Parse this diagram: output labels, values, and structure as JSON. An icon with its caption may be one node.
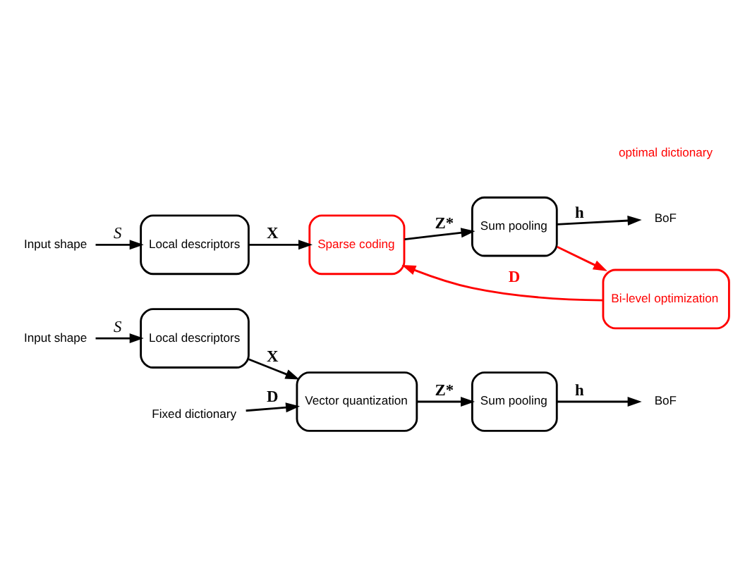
{
  "diagram": {
    "nodes": [
      {
        "text": [
          "Input shape"
        ]
      },
      {
        "text": [
          "Local descriptors"
        ]
      },
      {
        "text": [
          "Vector quantization"
        ]
      },
      {
        "text": [
          "Fixed dictionary"
        ]
      },
      {
        "text": [
          "Sum pooling"
        ]
      },
      {
        "text": [
          "BoF"
        ]
      },
      {
        "text": [
          "Input shape"
        ]
      },
      {
        "text": [
          "Local descriptors"
        ]
      },
      {
        "text": [
          "Sparse coding"
        ]
      },
      {
        "text": [
          "Sum pooling"
        ]
      },
      {
        "text": [
          "BoF"
        ]
      },
      {
        "text": [
          "Bi-level optimization"
        ]
      }
    ],
    "edges": [
      {
        "from": 0,
        "to": 1,
        "arrow": "to",
        "label": "S"
      },
      {
        "from": 1,
        "to": 2,
        "arrow": "to",
        "label": "X"
      },
      {
        "from": 3,
        "to": 2,
        "arrow": "to",
        "label": "D"
      },
      {
        "from": 2,
        "to": 4,
        "arrow": "to",
        "label": "Z*"
      },
      {
        "from": 4,
        "to": 5,
        "arrow": "to",
        "label": "h"
      },
      {
        "from": 6,
        "to": 7,
        "arrow": "to",
        "label": "S"
      },
      {
        "from": 7,
        "to": 8,
        "arrow": "to",
        "label": "X"
      },
      {
        "from": 8,
        "to": 9,
        "arrow": "to",
        "label": "Z*"
      },
      {
        "from": 9,
        "to": 10,
        "arrow": "to",
        "label": "h"
      },
      {
        "from": 9,
        "to": 11,
        "arrow": "to",
        "color": "#ff0000"
      },
      {
        "from": 11,
        "to": 8,
        "arrow": "to",
        "label": "D",
        "color": "#ff0000"
      }
    ],
    "labels": [
      "optimal dictionary"
    ]
  }
}
